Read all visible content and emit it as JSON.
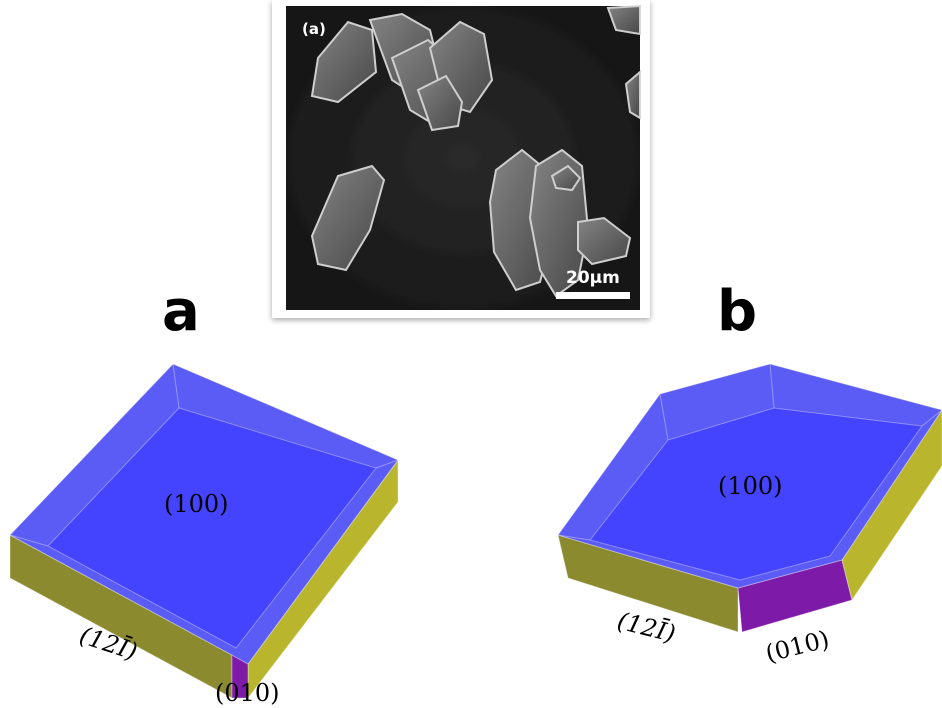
{
  "figure": {
    "inset": {
      "panel_tag": "(a)",
      "scale_bar_label": "20μm"
    },
    "panels": [
      {
        "letter": "a",
        "facets": {
          "top": "(100)",
          "side_left": "(12Ī)",
          "side_tip": "(010)"
        }
      },
      {
        "letter": "b",
        "facets": {
          "top": "(100)",
          "side_left": "(12Ī)",
          "side_tip": "(010)"
        }
      }
    ],
    "colors": {
      "top_face": "#4444ff",
      "bevel_face": "#5b5bf5",
      "side_face": "#8c8a2e",
      "side_face_light": "#b9b62e",
      "tip_face": "#7d1aa8",
      "edge_line": "#ffffff",
      "sem_background": "#1e1e1e",
      "sem_crystal": "#6a6a6a"
    }
  }
}
